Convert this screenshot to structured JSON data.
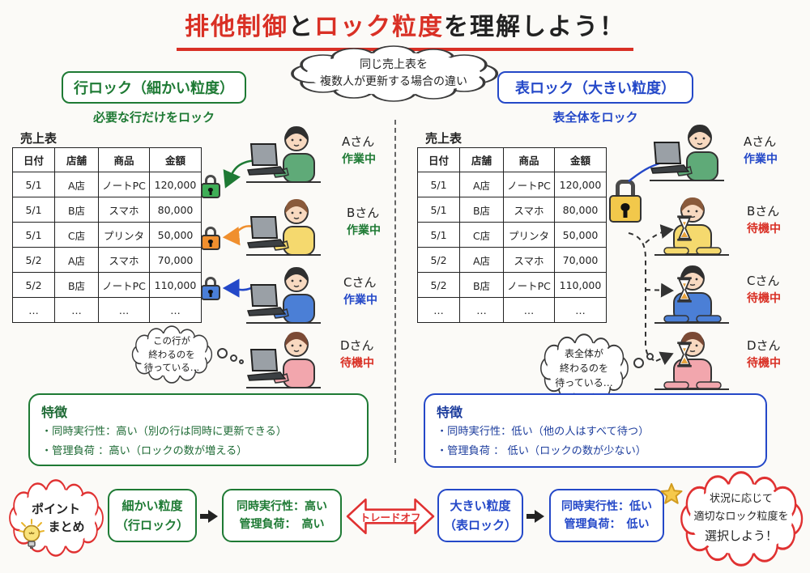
{
  "title": {
    "part1": "排他制御",
    "part2": "と",
    "part3": "ロック粒度",
    "part4": "を理解しよう！"
  },
  "top_note": {
    "line1": "同じ売上表を",
    "line2": "複数人が更新する場合の違い"
  },
  "left": {
    "header": "行ロック（細かい粒度）",
    "subheader": "必要な行だけをロック",
    "table_title": "売上表",
    "table": {
      "headers": [
        "日付",
        "店舗",
        "商品",
        "金額"
      ],
      "rows": [
        [
          "5/1",
          "A店",
          "ノートPC",
          "120,000"
        ],
        [
          "5/1",
          "B店",
          "スマホ",
          "80,000"
        ],
        [
          "5/1",
          "C店",
          "プリンタ",
          "50,000"
        ],
        [
          "5/2",
          "A店",
          "スマホ",
          "70,000"
        ],
        [
          "5/2",
          "B店",
          "ノートPC",
          "110,000"
        ],
        [
          "…",
          "…",
          "…",
          "…"
        ]
      ]
    },
    "people": [
      {
        "name": "Aさん",
        "status": "作業中"
      },
      {
        "name": "Bさん",
        "status": "作業中"
      },
      {
        "name": "Cさん",
        "status": "作業中"
      },
      {
        "name": "Dさん",
        "status": "待機中"
      }
    ],
    "thought": {
      "line1": "この行が",
      "line2": "終わるのを",
      "line3": "待っている…"
    },
    "features": {
      "title": "特徴",
      "items": [
        "・同時実行性：高い（別の行は同時に更新できる）",
        "・管理負荷 ：高い（ロックの数が増える）"
      ]
    }
  },
  "right": {
    "header": "表ロック（大きい粒度）",
    "subheader": "表全体をロック",
    "table_title": "売上表",
    "table": {
      "headers": [
        "日付",
        "店舗",
        "商品",
        "金額"
      ],
      "rows": [
        [
          "5/1",
          "A店",
          "ノートPC",
          "120,000"
        ],
        [
          "5/1",
          "B店",
          "スマホ",
          "80,000"
        ],
        [
          "5/1",
          "C店",
          "プリンタ",
          "50,000"
        ],
        [
          "5/2",
          "A店",
          "スマホ",
          "70,000"
        ],
        [
          "5/2",
          "B店",
          "ノートPC",
          "110,000"
        ],
        [
          "…",
          "…",
          "…",
          "…"
        ]
      ]
    },
    "people": [
      {
        "name": "Aさん",
        "status": "作業中"
      },
      {
        "name": "Bさん",
        "status": "待機中"
      },
      {
        "name": "Cさん",
        "status": "待機中"
      },
      {
        "name": "Dさん",
        "status": "待機中"
      }
    ],
    "thought": {
      "line1": "表全体が",
      "line2": "終わるのを",
      "line3": "待っている…"
    },
    "features": {
      "title": "特徴",
      "items": [
        "・同時実行性：低い（他の人はすべて待つ）",
        "・管理負荷 ： 低い（ロックの数が少ない）"
      ]
    }
  },
  "summary": {
    "point_label": {
      "line1": "ポイント",
      "line2": "まとめ"
    },
    "box1": {
      "line1": "細かい粒度",
      "line2": "（行ロック）"
    },
    "box2": {
      "line1": "同時実行性：高い",
      "line2": "管理負荷：　高い"
    },
    "tradeoff": "トレードオフ",
    "box3": {
      "line1": "大きい粒度",
      "line2": "（表ロック）"
    },
    "box4": {
      "line1": "同時実行性：低い",
      "line2": "管理負荷：　低い"
    },
    "note": {
      "line1": "状況に応じて",
      "line2": "適切なロック粒度を",
      "line3": "選択しよう！"
    }
  },
  "palette": {
    "accent_red": "#d93025",
    "green": "#1e7a34",
    "blue": "#2448c8",
    "status_working_green": "#1e7a34",
    "status_working_blue": "#2448c8",
    "status_waiting_red": "#d93025",
    "row_lock_a": "#3fae57",
    "row_lock_b": "#f08f2e",
    "row_lock_c": "#4a7fd8",
    "table_lock": "#f2c84b"
  }
}
